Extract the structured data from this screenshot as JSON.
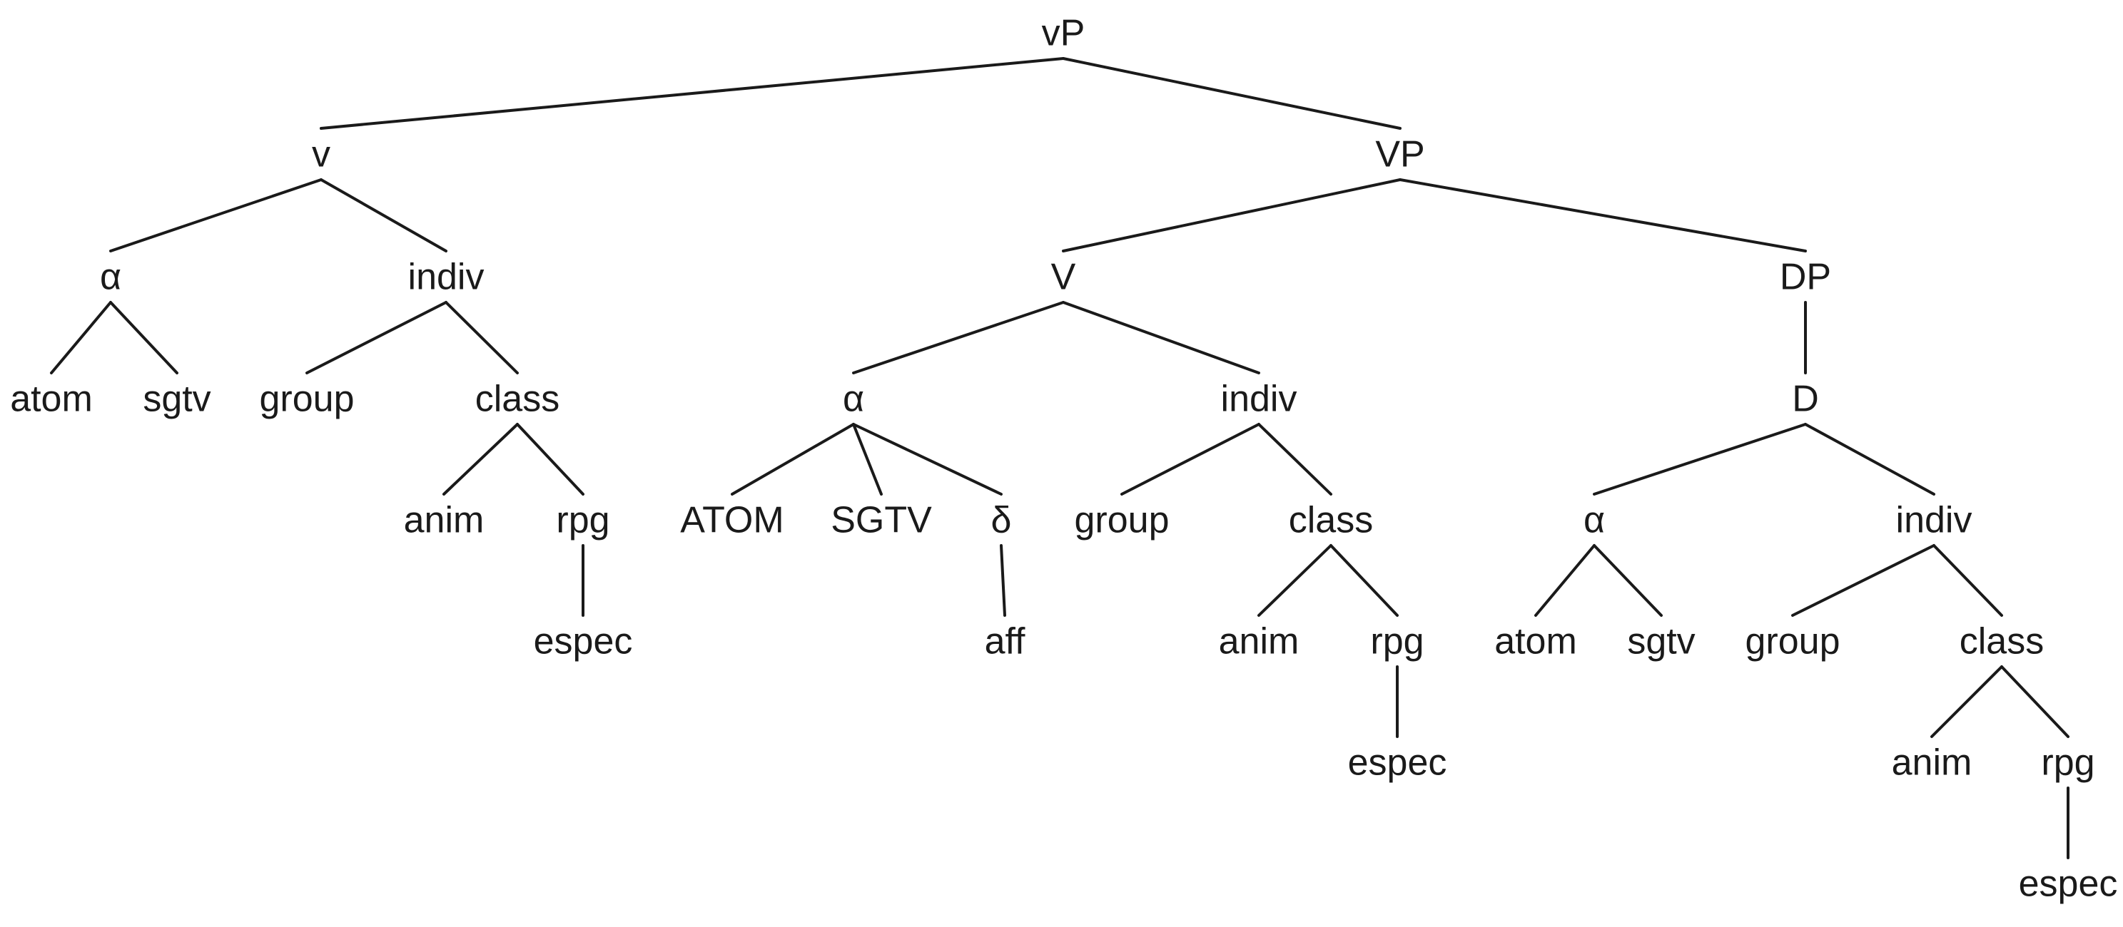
{
  "tree": {
    "label": "vP",
    "children": [
      {
        "label": "v",
        "children": [
          {
            "label": "α",
            "children": [
              {
                "label": "atom"
              },
              {
                "label": "sgtv"
              }
            ]
          },
          {
            "label": "indiv",
            "children": [
              {
                "label": "group"
              },
              {
                "label": "class",
                "children": [
                  {
                    "label": "anim"
                  },
                  {
                    "label": "rpg",
                    "children": [
                      {
                        "label": "espec"
                      }
                    ]
                  }
                ]
              }
            ]
          }
        ]
      },
      {
        "label": "VP",
        "children": [
          {
            "label": "V",
            "children": [
              {
                "label": "α",
                "children": [
                  {
                    "label": "ATOM"
                  },
                  {
                    "label": "SGTV"
                  },
                  {
                    "label": "δ",
                    "children": [
                      {
                        "label": "aff"
                      }
                    ]
                  }
                ]
              },
              {
                "label": "indiv",
                "children": [
                  {
                    "label": "group"
                  },
                  {
                    "label": "class",
                    "children": [
                      {
                        "label": "anim"
                      },
                      {
                        "label": "rpg",
                        "children": [
                          {
                            "label": "espec"
                          }
                        ]
                      }
                    ]
                  }
                ]
              }
            ]
          },
          {
            "label": "DP",
            "children": [
              {
                "label": "D",
                "children": [
                  {
                    "label": "α",
                    "children": [
                      {
                        "label": "atom"
                      },
                      {
                        "label": "sgtv"
                      }
                    ]
                  },
                  {
                    "label": "indiv",
                    "children": [
                      {
                        "label": "group"
                      },
                      {
                        "label": "class",
                        "children": [
                          {
                            "label": "anim"
                          },
                          {
                            "label": "rpg",
                            "children": [
                              {
                                "label": "espec"
                              }
                            ]
                          }
                        ]
                      }
                    ]
                  }
                ]
              }
            ]
          }
        ]
      }
    ]
  }
}
